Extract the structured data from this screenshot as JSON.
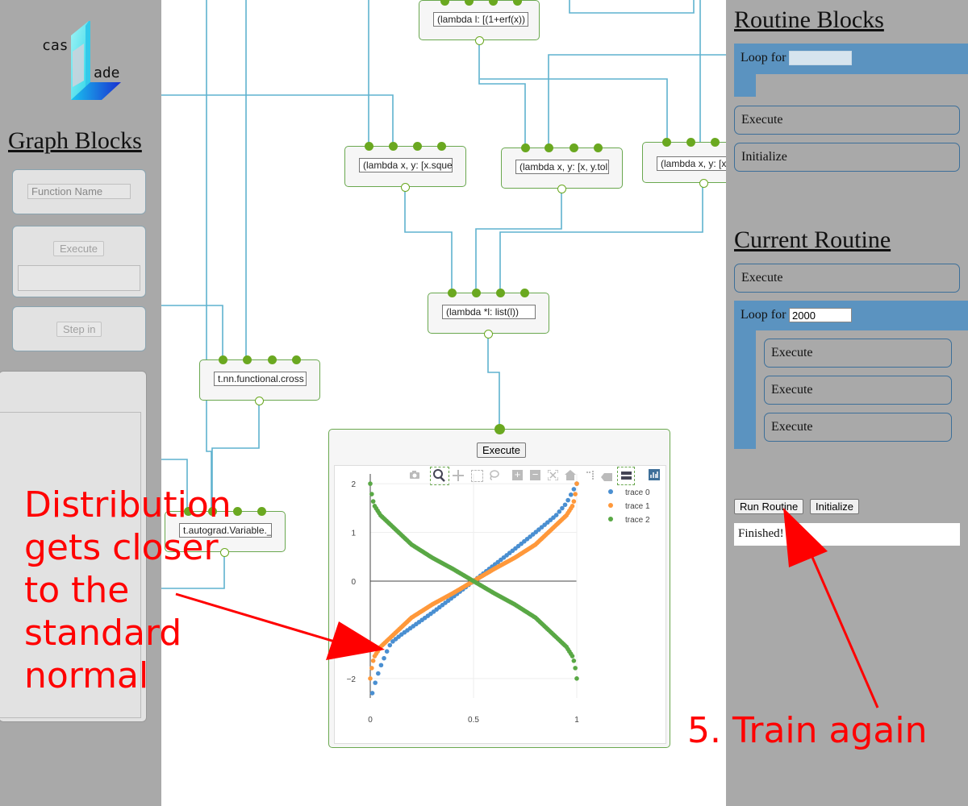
{
  "logo": {
    "text_top": "cas",
    "text_bottom": "ade"
  },
  "left_panel": {
    "heading": "Graph Blocks",
    "function_name_placeholder": "Function Name",
    "execute_label": "Execute",
    "step_in_label": "Step in"
  },
  "right_panel": {
    "routine_blocks_heading": "Routine Blocks",
    "loop_label": "Loop for",
    "loop_value_empty": "",
    "execute_label": "Execute",
    "initialize_label": "Initialize",
    "current_routine_heading": "Current Routine",
    "current": {
      "execute_label": "Execute",
      "loop_label": "Loop for",
      "loop_value": "2000",
      "inner_execute": [
        "Execute",
        "Execute",
        "Execute"
      ]
    },
    "run_routine_label": "Run Routine",
    "initialize_button_label": "Initialize",
    "status": "Finished!"
  },
  "nodes": {
    "erf": "(lambda l: [(1+erf(x))",
    "squeeze": "(lambda x, y: [x.sque",
    "tolist": "(lambda x, y: [x, y.tol",
    "third": "(lambda x, y: [x",
    "list": "(lambda *l: list(l))",
    "cross": "t.nn.functional.cross",
    "variable": "t.autograd.Variable._",
    "plot_execute": "Execute"
  },
  "colors": {
    "trace0": "#4a8fd1",
    "trace1": "#ff983a",
    "trace2": "#59a845",
    "node_border": "#6aa84f",
    "edge": "#5fb2cf",
    "loop_bar": "#5b93c0",
    "annotation": "#ff0000"
  },
  "annotations": {
    "left": [
      "Distribution",
      "gets closer",
      "to the",
      "standard",
      "normal"
    ],
    "right": "5. Train again"
  },
  "chart_data": {
    "type": "scatter",
    "x_ticks": [
      "0",
      "0.5",
      "1"
    ],
    "y_ticks": [
      "2",
      "1",
      "0",
      "−2"
    ],
    "xlim": [
      0,
      1
    ],
    "ylim": [
      -2.4,
      2.2
    ],
    "legend_position": "top-right",
    "toolbar_icons": [
      "camera-icon",
      "zoom-icon",
      "pan-icon",
      "box-select-icon",
      "lasso-icon",
      "zoom-in-icon",
      "zoom-out-icon",
      "autoscale-icon",
      "home-icon",
      "spike-icon",
      "hover-closest-icon",
      "hover-compare-icon",
      "plotly-logo-icon"
    ],
    "series": [
      {
        "name": "trace 0",
        "color": "#4a8fd1",
        "x": [
          0.01,
          0.03,
          0.05,
          0.08,
          0.1,
          0.15,
          0.2,
          0.3,
          0.4,
          0.5,
          0.6,
          0.7,
          0.8,
          0.9,
          0.95,
          1.0
        ],
        "y": [
          -2.3,
          -2.0,
          -1.75,
          -1.45,
          -1.27,
          -1.1,
          -0.95,
          -0.65,
          -0.33,
          0.0,
          0.33,
          0.66,
          1.0,
          1.35,
          1.6,
          2.0
        ]
      },
      {
        "name": "trace 1",
        "color": "#ff983a",
        "x": [
          0.0,
          0.01,
          0.02,
          0.05,
          0.1,
          0.2,
          0.3,
          0.4,
          0.5,
          0.6,
          0.7,
          0.8,
          0.9,
          0.95,
          0.98,
          0.99,
          1.0
        ],
        "y": [
          -2.0,
          -1.7,
          -1.55,
          -1.35,
          -1.15,
          -0.75,
          -0.48,
          -0.25,
          0.0,
          0.25,
          0.48,
          0.75,
          1.15,
          1.35,
          1.55,
          1.7,
          2.0
        ]
      },
      {
        "name": "trace 2",
        "color": "#59a845",
        "x": [
          0.0,
          0.01,
          0.02,
          0.05,
          0.1,
          0.2,
          0.3,
          0.4,
          0.5,
          0.6,
          0.7,
          0.8,
          0.9,
          0.95,
          0.98,
          0.99,
          1.0
        ],
        "y": [
          2.0,
          1.7,
          1.55,
          1.35,
          1.15,
          0.75,
          0.48,
          0.25,
          0.0,
          -0.25,
          -0.48,
          -0.75,
          -1.15,
          -1.35,
          -1.55,
          -1.7,
          -2.0
        ]
      }
    ]
  }
}
